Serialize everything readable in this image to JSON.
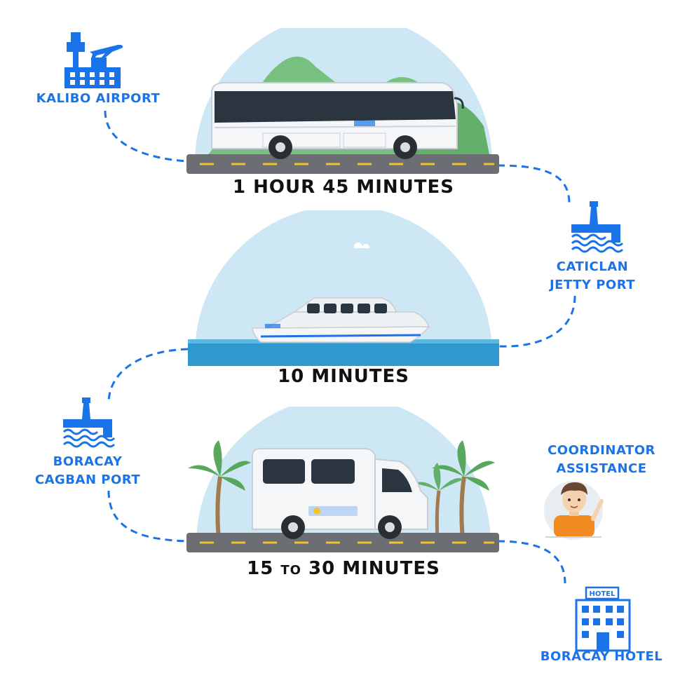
{
  "locations": {
    "kalibo_airport": "KALIBO AIRPORT",
    "caticlan_line1": "CATICLAN",
    "caticlan_line2": "JETTY PORT",
    "boracay_cagban_line1": "BORACAY",
    "boracay_cagban_line2": "CAGBAN PORT",
    "coordinator_line1": "COORDINATOR",
    "coordinator_line2": "ASSISTANCE",
    "boracay_hotel": "BORACAY HOTEL"
  },
  "legs": {
    "bus": "1 HOUR 45 MINUTES",
    "boat": "10 MINUTES",
    "van_start": "15",
    "van_to": "TO",
    "van_end": "30 MINUTES"
  },
  "signs": {
    "hotel_sign": "HOTEL"
  },
  "colors": {
    "accent_blue": "#1a73e8",
    "sky": "#cde7f4",
    "road": "#6b6e72",
    "sea": "#2f98cc",
    "hill": "#78c080"
  },
  "icons": [
    "airport-icon",
    "airplane-icon",
    "port-icon",
    "hotel-icon",
    "coordinator-avatar-icon",
    "bus-icon",
    "boat-icon",
    "van-icon",
    "palm-tree-icon"
  ]
}
